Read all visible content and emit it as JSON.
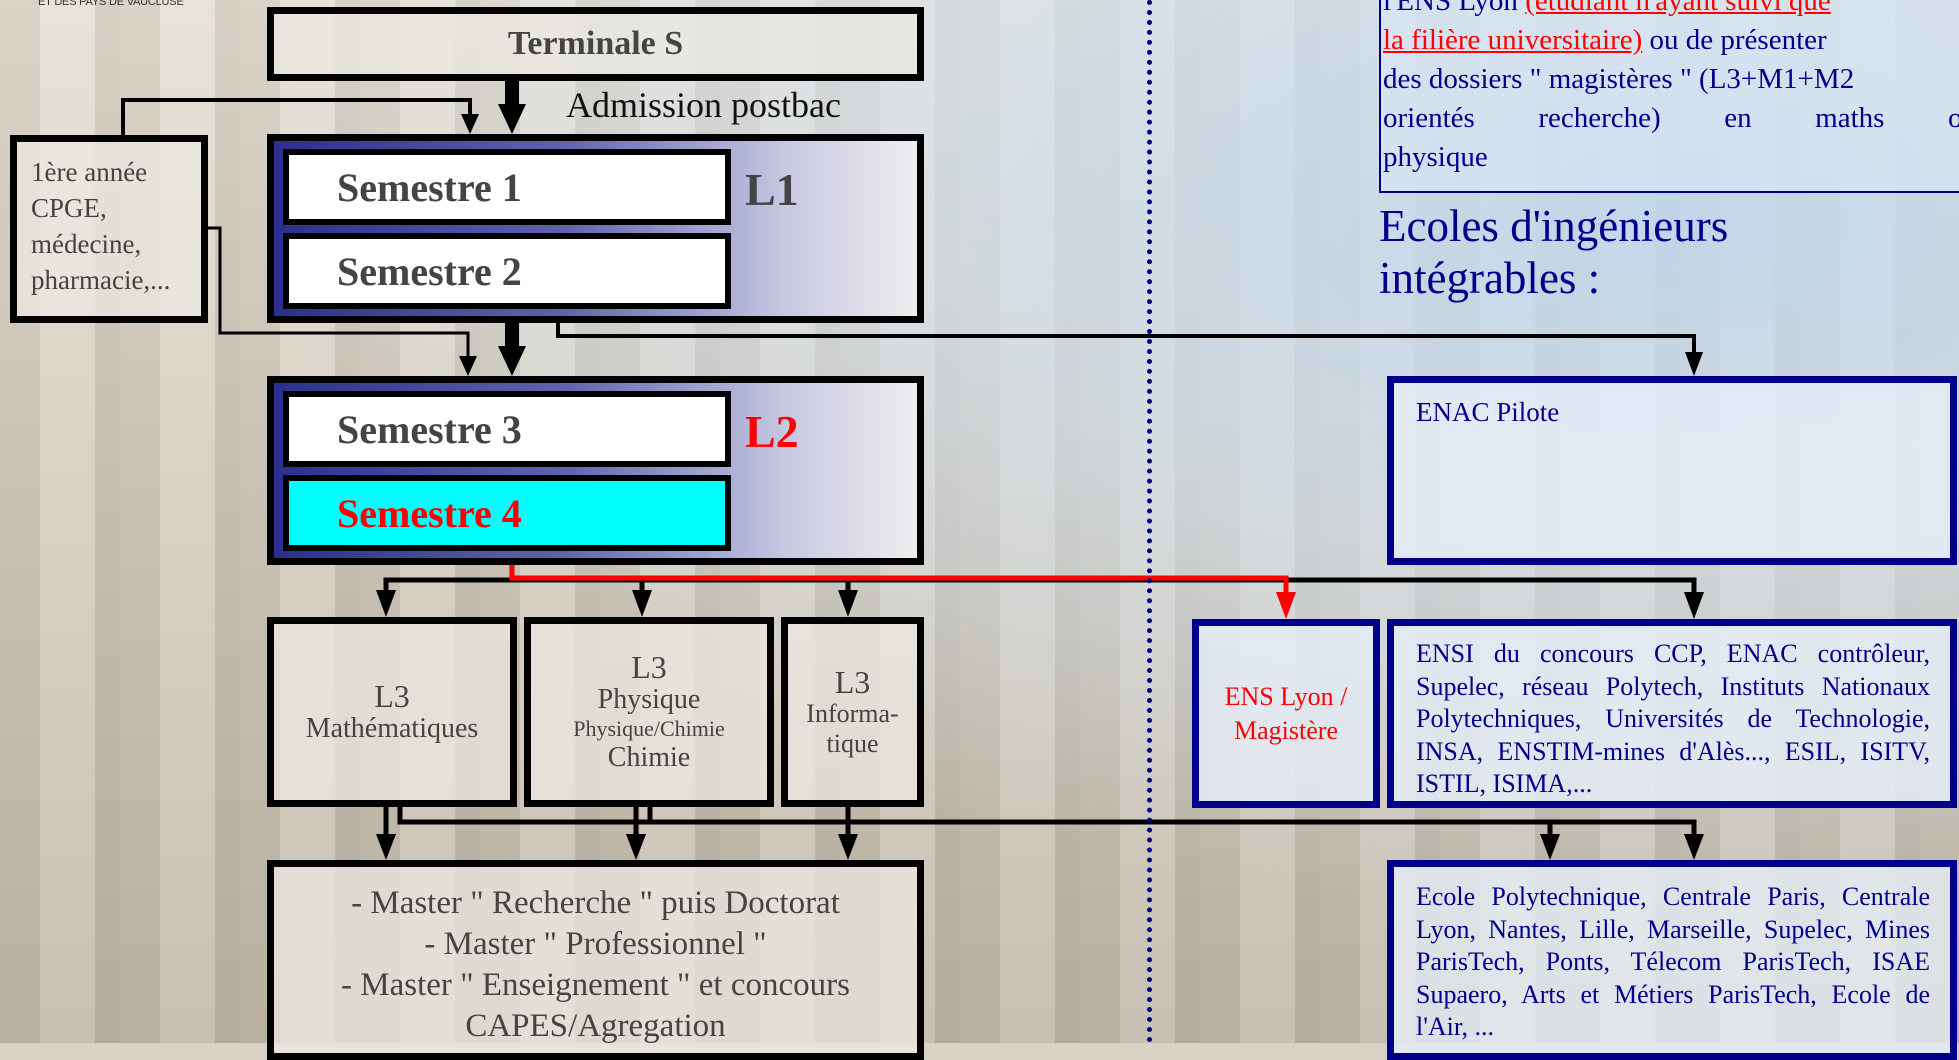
{
  "logo": {
    "text": "ET DES PAYS DE VAUCLUSE"
  },
  "terminale": "Terminale S",
  "admission": "Admission postbac",
  "cpge": [
    "1ère année",
    "CPGE,",
    "médecine,",
    "pharmacie,..."
  ],
  "l1": {
    "name": "L1",
    "semesters": [
      "Semestre 1",
      "Semestre 2"
    ]
  },
  "l2": {
    "name": "L2",
    "semesters": [
      "Semestre 3",
      "Semestre 4"
    ]
  },
  "l3": {
    "maths": {
      "title": "L3",
      "line1": "Mathématiques"
    },
    "physique": {
      "title": "L3",
      "line1": "Physique",
      "line2": "Physique/Chimie",
      "line3": "Chimie"
    },
    "info": {
      "title": "L3",
      "line1": "Informa-",
      "line2": "tique"
    }
  },
  "masters": [
    "- Master \" Recherche \" puis Doctorat",
    "- Master \" Professionnel \"",
    "- Master \" Enseignement \" et concours",
    "CAPES/Agregation"
  ],
  "ens_text": {
    "line1_a": "l'ENS Lyon ",
    "line1_red": "(étudiant n'ayant suivi que",
    "line2_red": "la filière universitaire)",
    "line2_b": " ou de présenter",
    "line3": "des dossiers \" magistères \" (L3+M1+M2",
    "line4": "orientés recherche) en maths ou",
    "line5": "physique"
  },
  "ecoles_title": [
    "Ecoles d'ingénieurs",
    "intégrables :"
  ],
  "enac_pilote": "ENAC Pilote",
  "ens_lyon_box": [
    "ENS Lyon /",
    "Magistère"
  ],
  "ensi_text": "ENSI du concours CCP, ENAC contrôleur, Supelec, réseau Polytech, Instituts Nationaux Polytechniques, Universités de Technologie, INSA, ENSTIM-mines d'Alès..., ESIL, ISITV, ISTIL, ISIMA,...",
  "poly_text": "Ecole Polytechnique, Centrale Paris, Centrale Lyon, Nantes, Lille, Marseille, Supelec, Mines ParisTech, Ponts, Télecom ParisTech, ISAE Supaero, Arts et Métiers ParisTech, Ecole de l'Air, ...",
  "colors": {
    "navy": "#00008b",
    "red": "#ff0000",
    "cyan": "#00ffff",
    "black": "#000000"
  }
}
